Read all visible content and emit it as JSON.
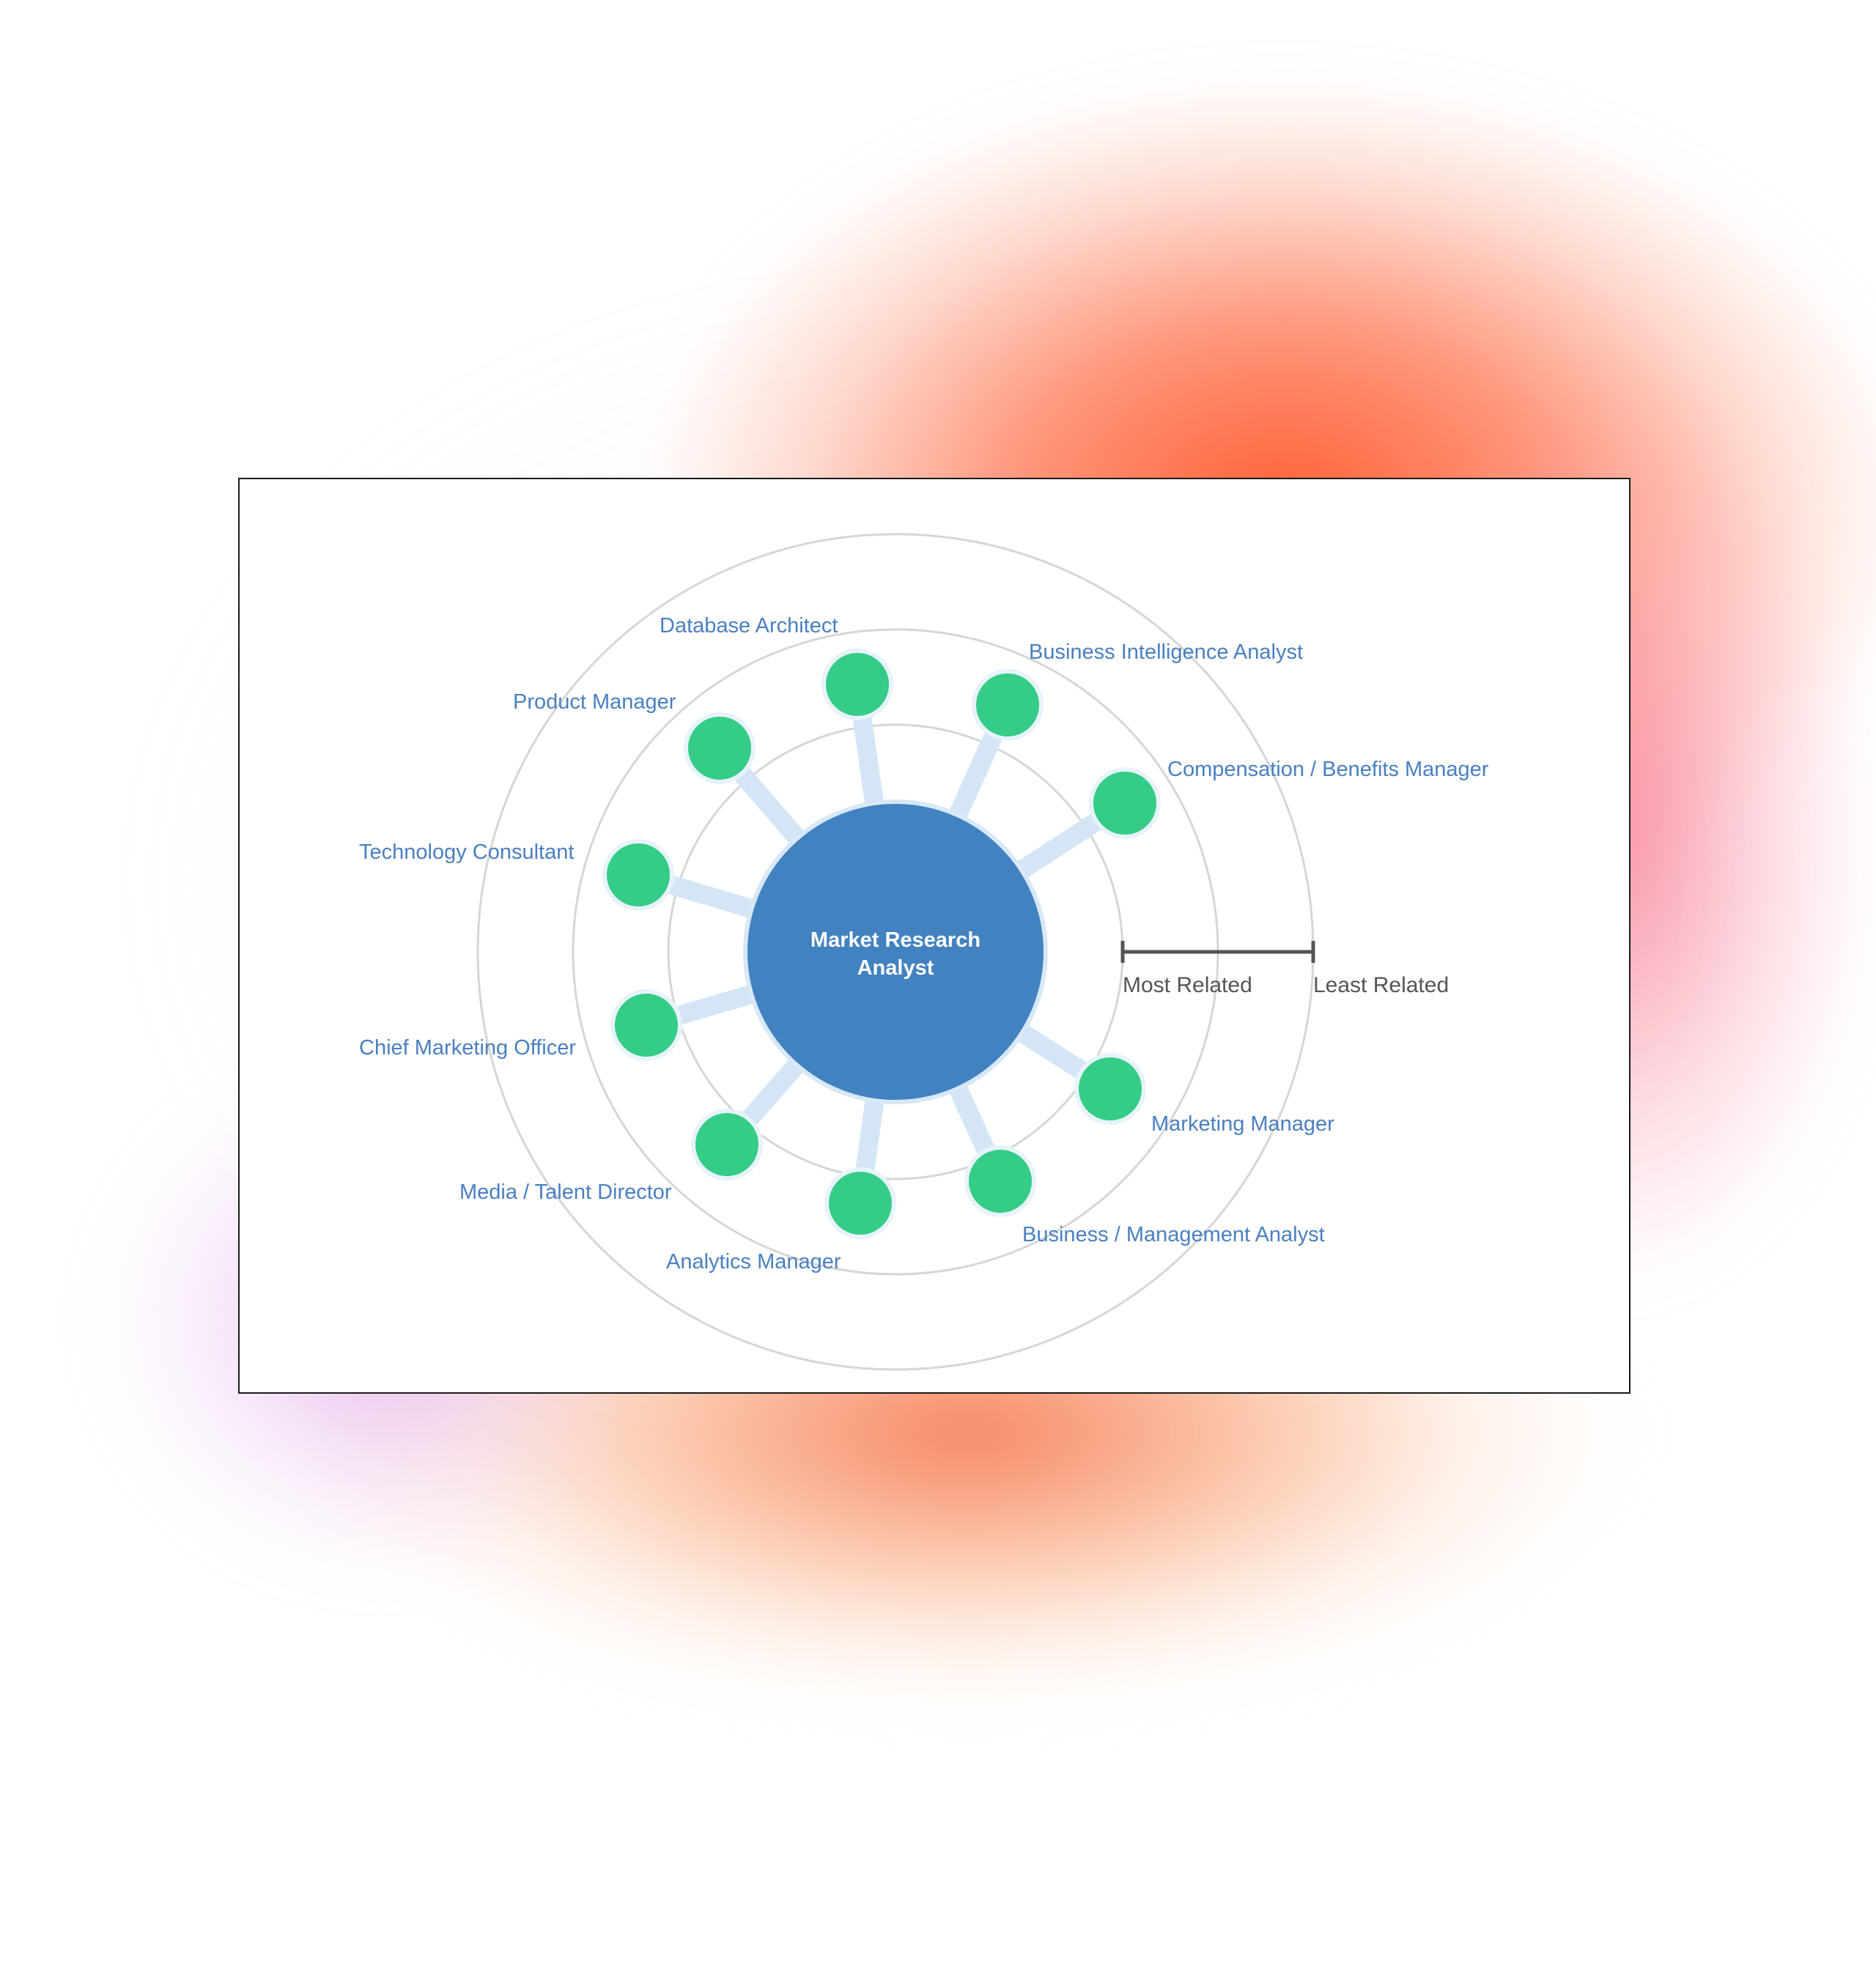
{
  "center": {
    "line1": "Market Research",
    "line2": "Analyst"
  },
  "roles": [
    {
      "id": "database-architect",
      "label": "Database Architect"
    },
    {
      "id": "business-intelligence-analyst",
      "label": "Business Intelligence Analyst"
    },
    {
      "id": "compensation-benefits-manager",
      "label": "Compensation / Benefits Manager"
    },
    {
      "id": "product-manager",
      "label": "Product Manager"
    },
    {
      "id": "technology-consultant",
      "label": "Technology Consultant"
    },
    {
      "id": "chief-marketing-officer",
      "label": "Chief Marketing Officer"
    },
    {
      "id": "media-talent-director",
      "label": "Media / Talent Director"
    },
    {
      "id": "analytics-manager",
      "label": "Analytics Manager"
    },
    {
      "id": "business-management-analyst",
      "label": "Business / Management Analyst"
    },
    {
      "id": "marketing-manager",
      "label": "Marketing Manager"
    }
  ],
  "legend": {
    "most": "Most Related",
    "least": "Least Related"
  },
  "colors": {
    "center_fill": "#4382c0",
    "node_fill": "#35cc87",
    "connector": "#d4e6f6",
    "ring": "#d4d4d4",
    "role_text": "#4a7fc1",
    "legend_text": "#555555"
  }
}
